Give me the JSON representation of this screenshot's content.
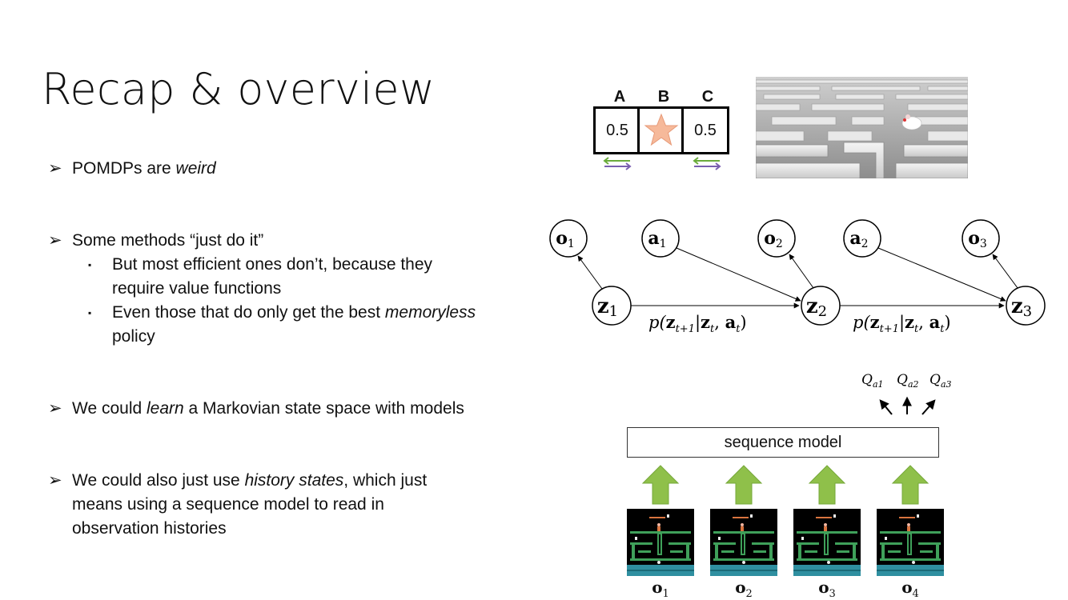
{
  "slide": {
    "title": "Recap & overview"
  },
  "bullets": [
    {
      "marker": "➢",
      "parts": [
        "POMDPs are ",
        "weird",
        ""
      ]
    },
    {
      "marker": "➢",
      "parts": [
        "Some methods “just do it”",
        "",
        ""
      ]
    },
    {
      "marker": "➢",
      "parts": [
        "We could ",
        "learn",
        " a Markovian state space with models"
      ]
    },
    {
      "marker": "➢",
      "lines": [
        "We could also just use ",
        "history states",
        ", which just",
        "means using a sequence model to read in",
        "observation histories"
      ]
    }
  ],
  "subbullets": [
    {
      "marker": "▪",
      "lines": [
        "But most efficient ones don’t, because they",
        "require value functions"
      ]
    },
    {
      "marker": "▪",
      "lines": [
        "Even those that do only get the best ",
        "memoryless",
        "policy"
      ]
    }
  ],
  "grid_example": {
    "labels": [
      "A",
      "B",
      "C"
    ],
    "cells": [
      "0.5",
      "",
      "0.5"
    ],
    "star_color": "#f6b99a",
    "arrow_colors": [
      "#6aab3c",
      "#7a5fb0"
    ]
  },
  "graph": {
    "observations": [
      "o",
      "o",
      "o"
    ],
    "obs_subs": [
      "1",
      "2",
      "3"
    ],
    "actions": [
      "a",
      "a"
    ],
    "act_subs": [
      "1",
      "2"
    ],
    "states": [
      "z",
      "z",
      "z"
    ],
    "state_subs": [
      "1",
      "2",
      "3"
    ],
    "transition_label": "p(z",
    "transition_parts": [
      "p(",
      "z",
      "t+1",
      "|",
      "z",
      "t",
      ", ",
      "a",
      "t",
      ")"
    ]
  },
  "sequence": {
    "model_label": "sequence model",
    "q_labels": [
      "Q",
      "Q",
      "Q"
    ],
    "q_subs": [
      "a1",
      "a2",
      "a3"
    ],
    "arrow_color": "#8fc04a",
    "frame_labels": [
      "o",
      "o",
      "o",
      "o"
    ],
    "frame_subs": [
      "1",
      "2",
      "3",
      "4"
    ]
  }
}
